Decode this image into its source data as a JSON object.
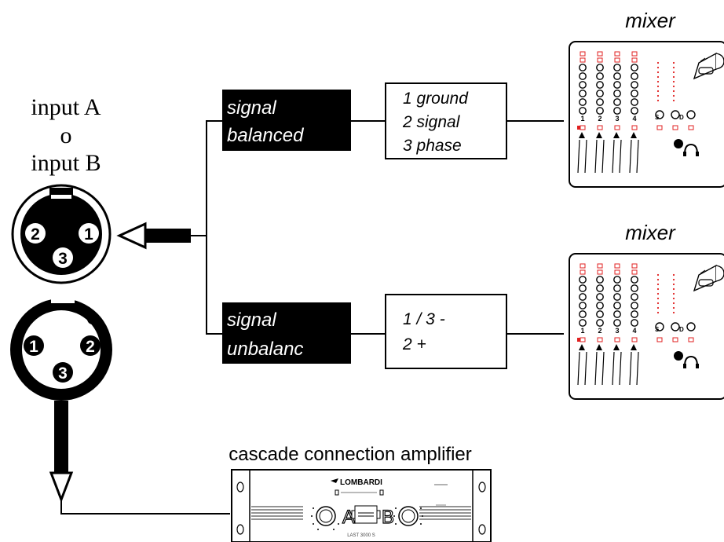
{
  "input_title": {
    "line1": "input A",
    "line2": "o",
    "line3": "input B"
  },
  "xlr_female": {
    "pin_left": "2",
    "pin_right": "1",
    "pin_bottom": "3"
  },
  "xlr_male": {
    "pin_left": "1",
    "pin_right": "2",
    "pin_bottom": "3"
  },
  "balanced": {
    "label_line1": "signal",
    "label_line2": "balanced",
    "pins": [
      "1 ground",
      "2 signal",
      "3 phase"
    ]
  },
  "unbalanced": {
    "label_line1": "signal",
    "label_line2": "unbalanc",
    "pins": [
      "1 / 3 -",
      "2 +"
    ]
  },
  "mixer_top": {
    "title": "mixer",
    "channel_numbers": [
      "1",
      "2",
      "3",
      "4"
    ],
    "left_letter": "S",
    "right_letter": "D"
  },
  "mixer_bottom": {
    "title": "mixer",
    "channel_numbers": [
      "1",
      "2",
      "3",
      "4"
    ],
    "left_letter": "S",
    "right_letter": "D"
  },
  "amplifier": {
    "caption": "cascade connection amplifier",
    "brand": "LOMBARDI",
    "channel_a": "A",
    "channel_b": "B",
    "model": "LAST 3000 S"
  },
  "colors": {
    "ink": "#000000",
    "label_fill": "#000000",
    "label_text": "#ffffff",
    "mixer_accent": "#e02020",
    "panel_gray": "#888888"
  }
}
